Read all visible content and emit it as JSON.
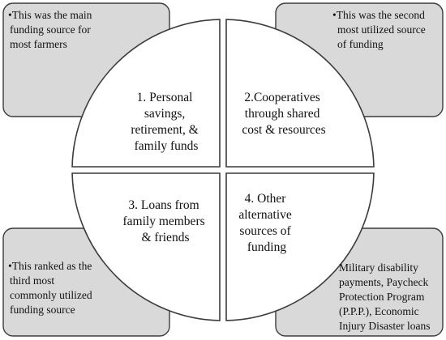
{
  "quadrants": [
    {
      "lines": [
        "1. Personal",
        "savings,",
        "retirement, &",
        "family funds"
      ]
    },
    {
      "lines": [
        "2.Cooperatives",
        "through shared",
        "cost & resources"
      ]
    },
    {
      "lines": [
        "3. Loans from",
        "family members",
        "& friends"
      ]
    },
    {
      "lines": [
        "4. Other",
        "alternative",
        "sources of",
        "funding"
      ]
    }
  ],
  "notes": [
    {
      "lines": [
        "•This was the main",
        "funding source for",
        "most farmers"
      ]
    },
    {
      "lines": [
        "•This was the second",
        "most utilized source",
        "of funding"
      ]
    },
    {
      "lines": [
        "•This ranked as the",
        "third most",
        "commonly utilized",
        "funding source"
      ]
    },
    {
      "lines": [
        "Military disability",
        "payments, Paycheck",
        "Protection Program",
        "(P.P.P.), Economic",
        "Injury Disaster loans"
      ]
    }
  ]
}
